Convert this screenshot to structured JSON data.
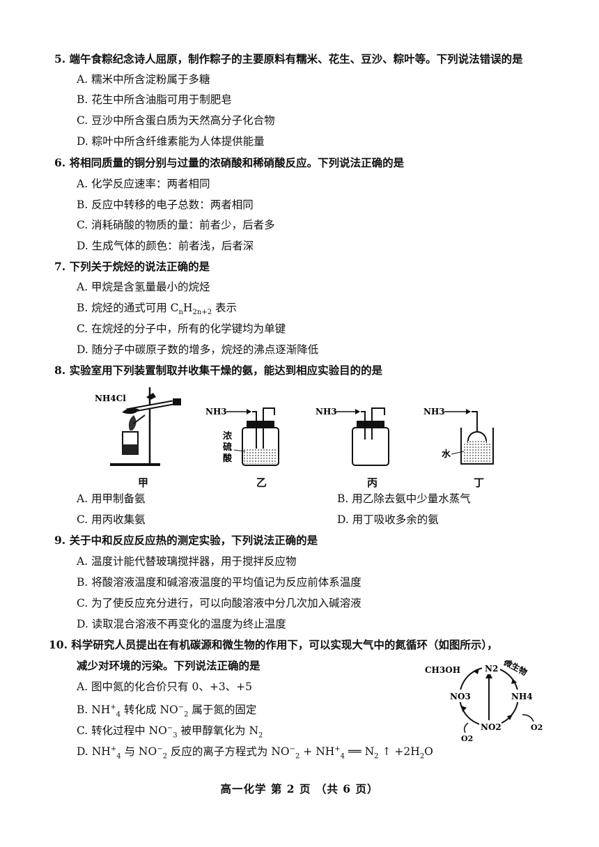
{
  "q5": {
    "stem": "5. 端午食粽纪念诗人屈原，制作粽子的主要原料有糯米、花生、豆沙、粽叶等。下列说法错误的是",
    "A": "A. 糯米中所含淀粉属于多糖",
    "B": "B. 花生中所含油脂可用于制肥皂",
    "C": "C. 豆沙中所含蛋白质为天然高分子化合物",
    "D": "D. 粽叶中所含纤维素能为人体提供能量"
  },
  "q6": {
    "stem": "6. 将相同质量的铜分别与过量的浓硝酸和稀硝酸反应。下列说法正确的是",
    "A": "A. 化学反应速率：两者相同",
    "B": "B. 反应中转移的电子总数：两者相同",
    "C": "C. 消耗硝酸的物质的量：前者少，后者多",
    "D": "D. 生成气体的颜色：前者浅，后者深"
  },
  "q7": {
    "stem": "7. 下列关于烷烃的说法正确的是",
    "A": "A. 甲烷是含氢量最小的烷烃",
    "B_pre": "B. 烷烃的通式可用 C",
    "B_n": "n",
    "B_h": "H",
    "B_sub": "2n+2",
    "B_post": " 表示",
    "C": "C. 在烷烃的分子中，所有的化学键均为单键",
    "D": "D. 随分子中碳原子数的增多，烷烃的沸点逐渐降低"
  },
  "q8": {
    "stem": "8. 实验室用下列装置制取并收集干燥的氨，能达到相应实验目的的是",
    "fig": {
      "nh4cl": "NH4Cl",
      "nh3": "NH3",
      "acid1": "浓",
      "acid2": "硫",
      "acid3": "酸",
      "water": "水",
      "cap1": "甲",
      "cap2": "乙",
      "cap3": "丙",
      "cap4": "丁"
    },
    "A": "A. 用甲制备氨",
    "B": "B. 用乙除去氨中少量水蒸气",
    "C": "C. 用丙收集氨",
    "D": "D. 用丁吸收多余的氨"
  },
  "q9": {
    "stem": "9. 关于中和反应反应热的测定实验，下列说法正确的是",
    "A": "A. 温度计能代替玻璃搅拌器，用于搅拌反应物",
    "B": "B. 将酸溶液温度和碱溶液温度的平均值记为反应前体系温度",
    "C": "C. 为了使反应充分进行，可以向酸溶液中分几次加入碱溶液",
    "D": "D. 读取混合溶液不再变化的温度为终止温度"
  },
  "q10": {
    "stem1": "10. 科学研究人员提出在有机碳源和微生物的作用下，可以实现大气中的氮循环（如图所示），",
    "stem2": "减少对环境的污染。下列说法正确的是",
    "A": "A. 图中氮的化合价只有 0、+3、+5",
    "B_pre": "B. NH",
    "B_mid": " 转化成 NO",
    "B_post": " 属于氮的固定",
    "C_pre": "C. 转化过程中 NO",
    "C_post": " 被甲醇氧化为 N",
    "D_pre": "D. NH",
    "D_mid1": " 与 NO",
    "D_mid2": " 反应的离子方程式为 NO",
    "D_mid3": " + NH",
    "D_mid4": " ══ N",
    "D_post": " ↑ +2H",
    "D_end": "O",
    "fig": {
      "ch3oh": "CH3OH",
      "n2": "N2",
      "microbe": "微生物",
      "no3": "NO3",
      "nh4": "NH4",
      "no2": "NO2",
      "o2a": "O2",
      "o2b": "O2"
    }
  },
  "footer": "高一化学  第 2 页  （共 6 页）"
}
